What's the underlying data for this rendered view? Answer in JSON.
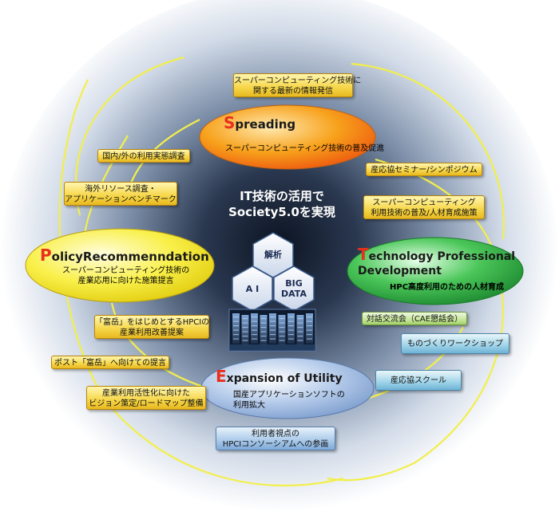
{
  "center": {
    "line1": "IT技術の活用で",
    "line2": "Society5.0を実現"
  },
  "hexagons": {
    "analysis": "解析",
    "ai": "A I",
    "bigdata_1": "BIG",
    "bigdata_2": "DATA"
  },
  "nodes": {
    "spreading": {
      "initial": "S",
      "rest": "preading",
      "subtitle": "スーパーコンピューティング技術の普及促進",
      "initial_color": "#e8301c"
    },
    "policy": {
      "initial": "P",
      "rest": "olicyRecommenndation",
      "subtitle_1": "スーパーコンピューティング技術の",
      "subtitle_2": "産業応用に向けた施策提言",
      "initial_color": "#e8301c"
    },
    "technology": {
      "initial": "T",
      "rest_1": "echnology Professional",
      "rest_2": "Development",
      "subtitle": "HPC高度利用のための人材育成",
      "initial_color": "#e8301c"
    },
    "expansion": {
      "initial": "E",
      "rest": "xpansion of Utility",
      "subtitle_1": "国産アプリケーションソフトの",
      "subtitle_2": "利用拡大",
      "initial_color": "#e8301c"
    }
  },
  "boxes": {
    "b1_1": "スーパーコンピューティング技術に",
    "b1_2": "関する最新の情報発信",
    "b2": "国内/外の利用実態調査",
    "b3_1": "海外リソース調査・",
    "b3_2": "アプリケーションベンチマーク",
    "b4": "産応協セミナー/シンポジウム",
    "b5_1": "スーパーコンピューティング",
    "b5_2": "利用技術の普及/人材育成施策",
    "b6_1": "「富岳」をはじめとするHPCIの",
    "b6_2": "産業利用改善提案",
    "b7": "ポスト「富岳」へ向けての提言",
    "b8_1": "産業利用活性化に向けた",
    "b8_2": "ビジョン策定/ロードマップ整備",
    "b9_1": "利用者視点の",
    "b9_2": "HPCIコンソーシアムへの参画",
    "b10": "対話交流会（CAE懇話会）",
    "b11": "ものづくりワークショップ",
    "b12": "産応協スクール"
  },
  "colors": {
    "ring": "#f2ef4a",
    "spreading_fill": "#f5a21c",
    "policy_fill": "#f5ee3a",
    "technology_fill": "#3bb54a",
    "expansion_fill": "#9ab6e0",
    "center_glow": "#5a6f8a"
  }
}
